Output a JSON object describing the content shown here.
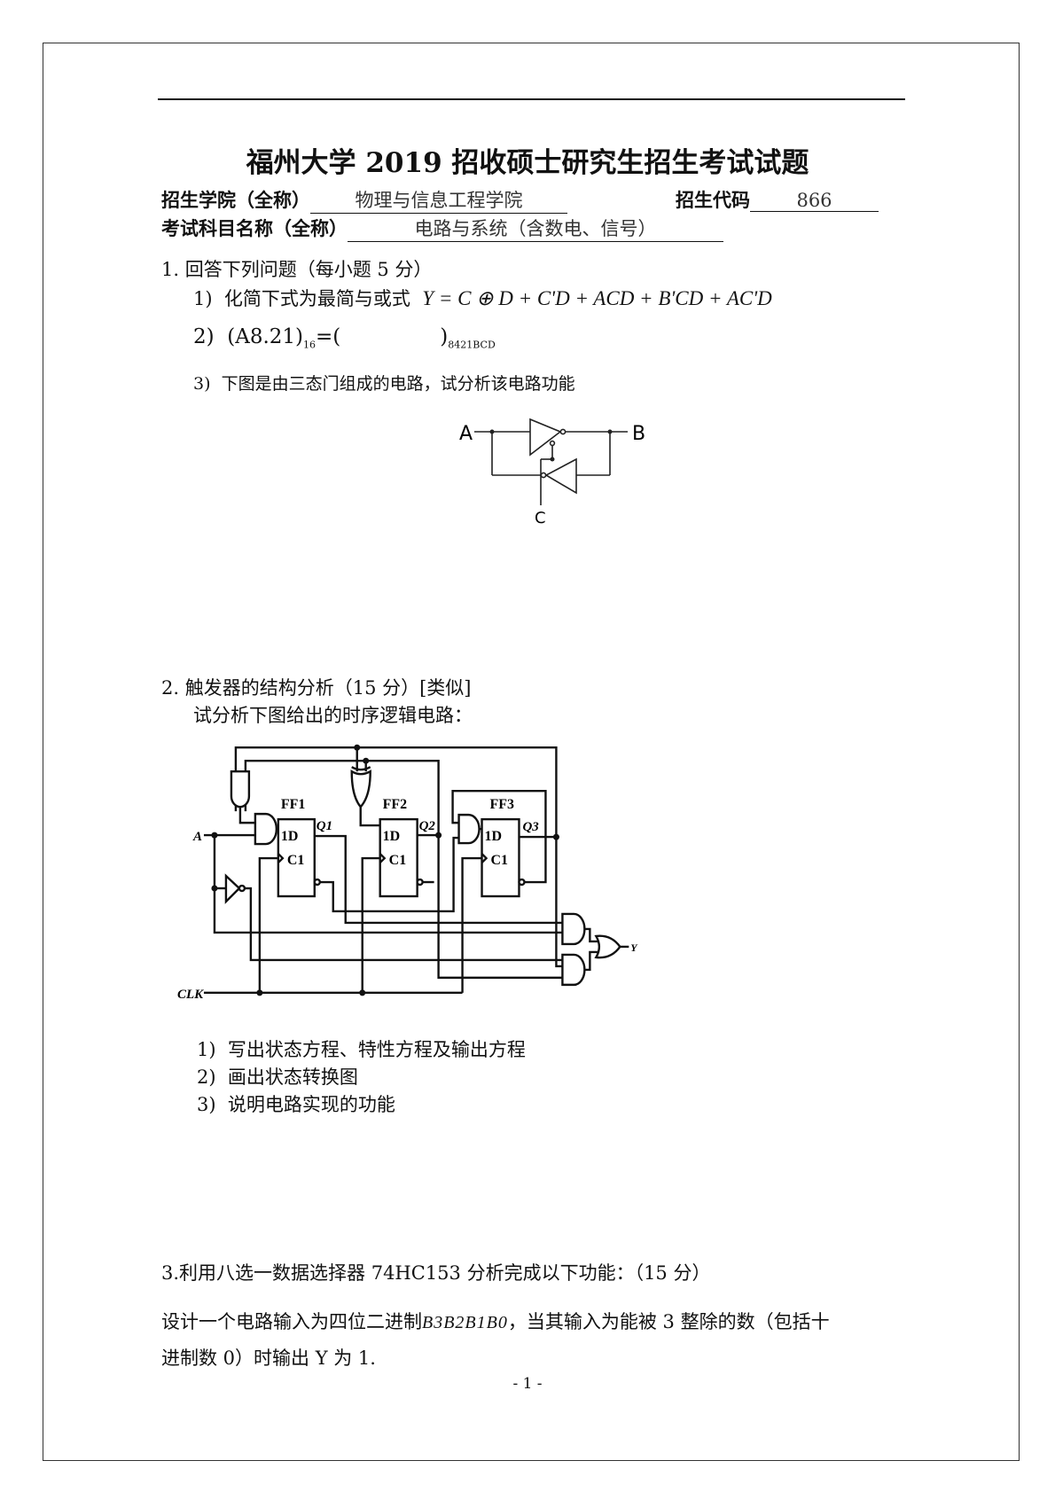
{
  "header": {
    "title": "福州大学 2019 招收硕士研究生招生考试试题",
    "college_label": "招生学院（全称）",
    "college_value": "物理与信息工程学院",
    "code_label": "招生代码",
    "code_value": "866",
    "subject_label": "考试科目名称（全称）",
    "subject_value": "电路与系统（含数电、信号）"
  },
  "q1": {
    "heading": "1. 回答下列问题（每小题 5 分）",
    "sub1_num": "1)",
    "sub1_text": "化简下式为最简与或式",
    "sub1_formula": "Y = C ⊕ D + C'D + ACD + B'CD + AC'D",
    "sub2_num": "2)",
    "sub2_left": "(A8.21)",
    "sub2_base": "16",
    "sub2_mid": "=(",
    "sub2_right": ")",
    "sub2_target": "8421BCD",
    "sub3_num": "3)",
    "sub3_text": "下图是由三态门组成的电路，试分析该电路功能",
    "circuit_labels": {
      "a": "A",
      "b": "B",
      "c": "C"
    }
  },
  "q2": {
    "heading": "2. 触发器的结构分析（15 分）[类似]",
    "intro": "试分析下图给出的时序逻辑电路：",
    "circuit_labels": {
      "ff1": "FF1",
      "ff2": "FF2",
      "ff3": "FF3",
      "q1": "Q1",
      "q2": "Q2",
      "q3": "Q3",
      "d": "1D",
      "c": "C1",
      "a": "A",
      "clk": "CLK",
      "y": "Y"
    },
    "items": [
      {
        "num": "1)",
        "text": "写出状态方程、特性方程及输出方程"
      },
      {
        "num": "2)",
        "text": "画出状态转换图"
      },
      {
        "num": "3)",
        "text": "说明电路实现的功能"
      }
    ]
  },
  "q3": {
    "heading": "3.利用八选一数据选择器 74HC153 分析完成以下功能：（15 分）",
    "line1_a": "设计一个电路输入为四位二进制",
    "line1_vars": "B3B2B1B0",
    "line1_b": "，当其输入为能被 3 整除的数（包括十",
    "line2": "进制数 0）时输出 Y 为 1."
  },
  "footer": {
    "page": "- 1 -"
  }
}
